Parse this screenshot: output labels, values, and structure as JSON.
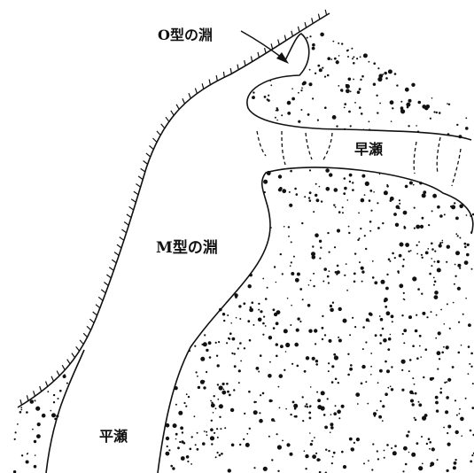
{
  "diagram": {
    "labels": {
      "o_type_pool": "O型の淵",
      "m_type_pool": "M型の淵",
      "rapids": "早瀬",
      "flat_riffle": "平瀬"
    },
    "colors": {
      "ink": "#111111",
      "background": "#ffffff"
    }
  }
}
